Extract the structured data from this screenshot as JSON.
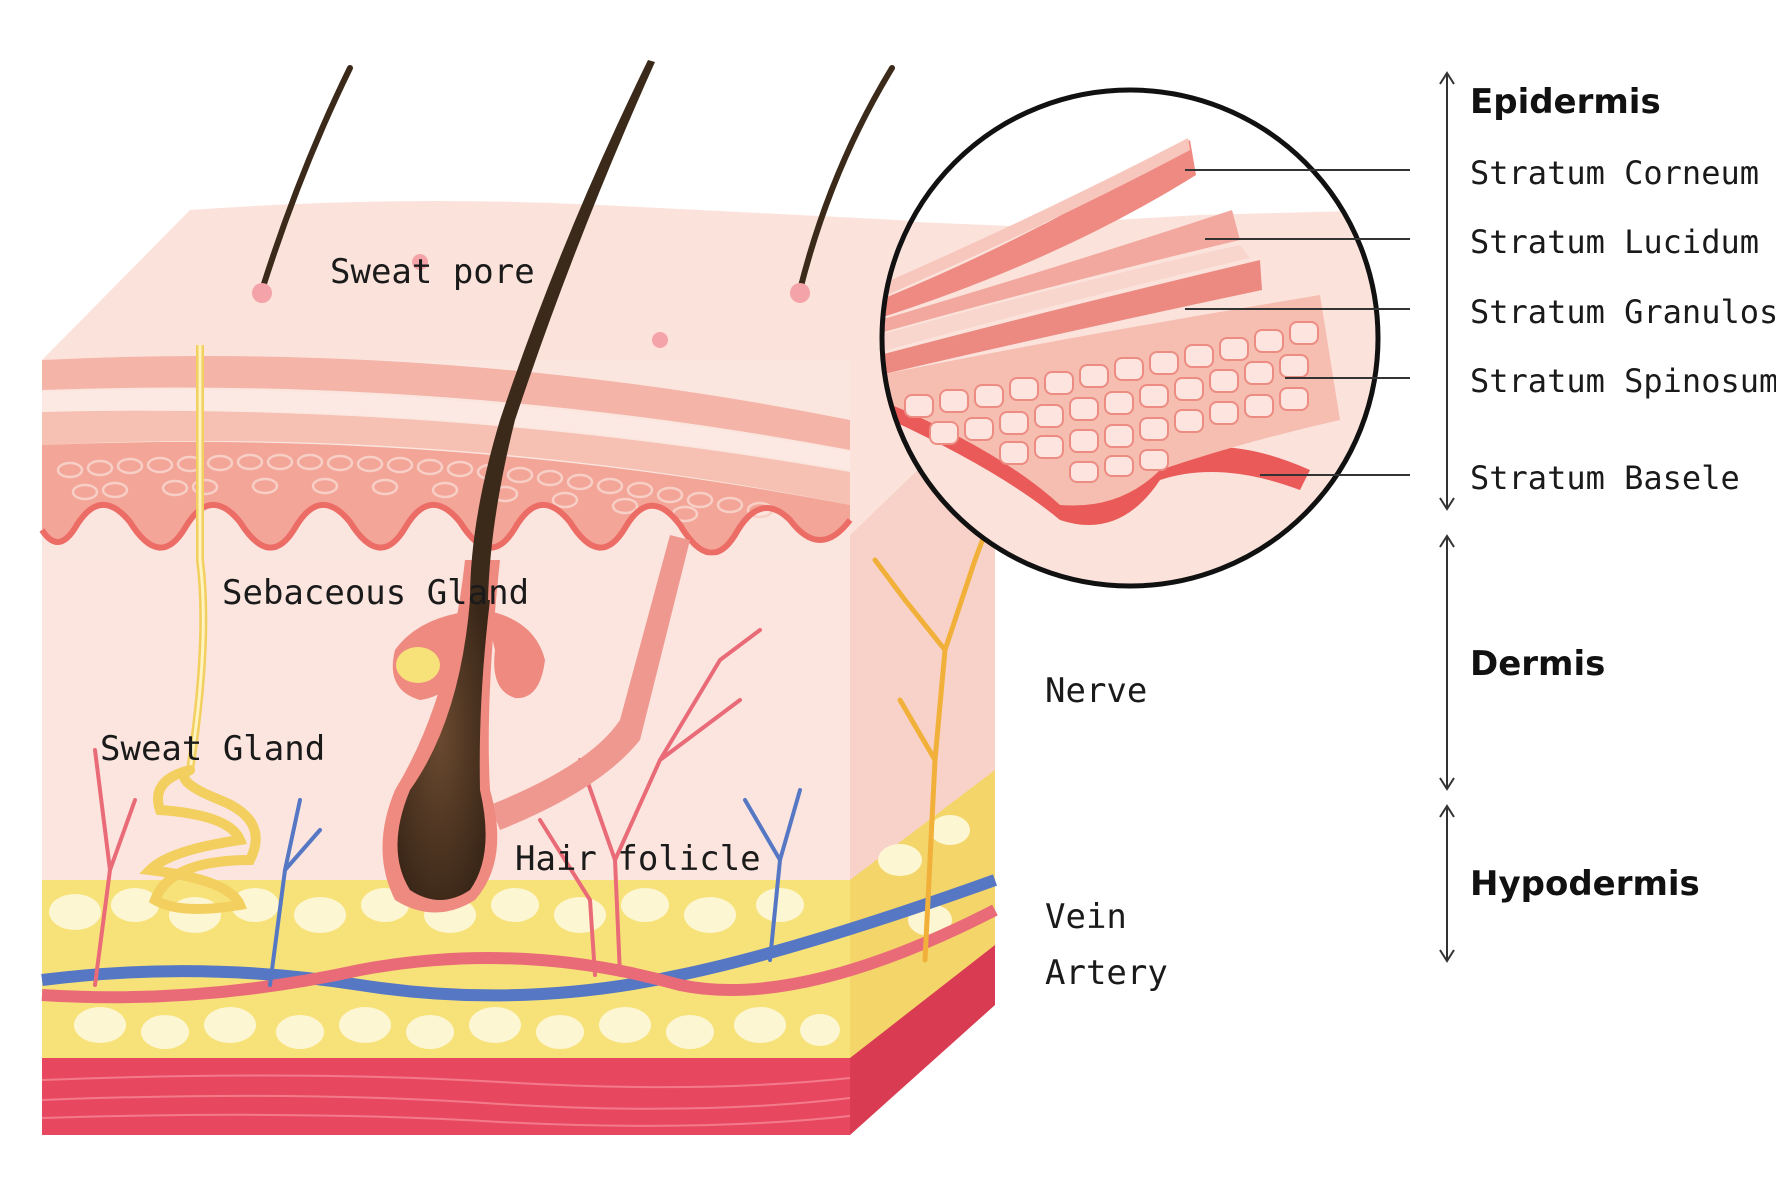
{
  "labels": {
    "sweat_pore": "Sweat pore",
    "sebaceous_gland": "Sebaceous Gland",
    "sweat_gland": "Sweat Gland",
    "hair_follicle": "Hair folicle",
    "nerve": "Nerve",
    "vein": "Vein",
    "artery": "Artery"
  },
  "strata": [
    "Stratum Corneum",
    "Stratum Lucidum",
    "Stratum Granulosun",
    "Stratum Spinosum",
    "Stratum Basele"
  ],
  "layers": {
    "epidermis": "Epidermis",
    "dermis": "Dermis",
    "hypodermis": "Hypodermis"
  },
  "colors": {
    "skin_light": "#fbe3dc",
    "skin_mid": "#f6c3b8",
    "epidermis_red": "#ef7b72",
    "fat_yellow": "#f7e27a",
    "fat_cell": "#fdf6d2",
    "muscle_red": "#e8485f",
    "vein_blue": "#5577c4",
    "artery_red": "#ea6b78",
    "nerve_orange": "#f0b03a",
    "hair_brown": "#3b2a1a"
  }
}
